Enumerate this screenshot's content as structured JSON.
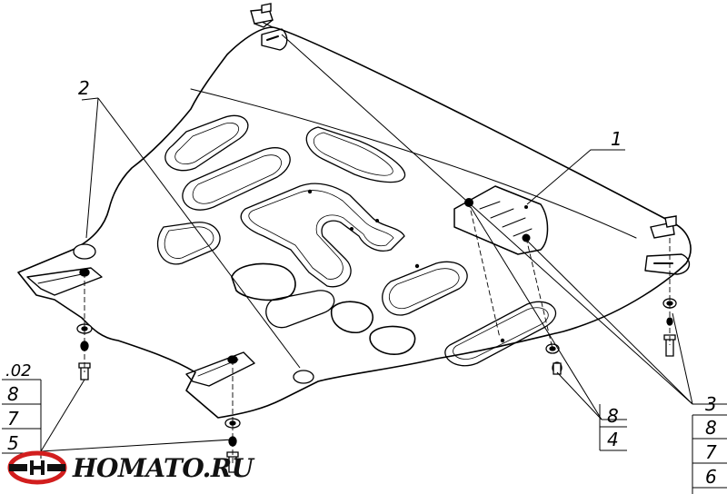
{
  "drawing": {
    "callouts": {
      "part_1": "1",
      "part_2": "2",
      "table_right": [
        "3",
        "8",
        "7",
        "6"
      ],
      "table_center": [
        "8",
        "4"
      ],
      "table_left": [
        ".02",
        "8",
        "7",
        "5"
      ]
    }
  },
  "logo": {
    "text": "HOMATO.RU",
    "colors": {
      "ring": "#d21e1e",
      "bar": "#111111"
    }
  }
}
